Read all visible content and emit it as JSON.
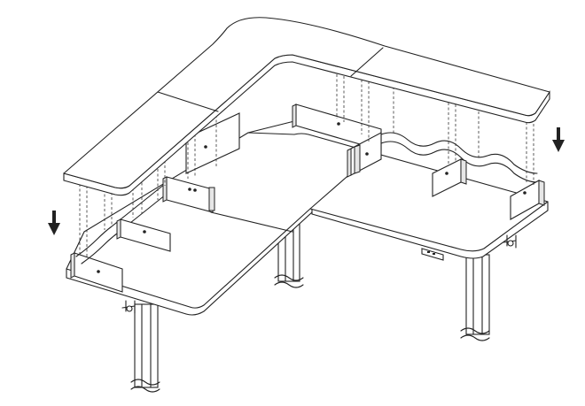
{
  "figure": {
    "subject": "l-shaped-standing-desk-shelf-assembly",
    "colors": {
      "line": "#222222",
      "background": "#ffffff",
      "bracket_side": "#e6e6e6"
    },
    "arrows": [
      {
        "name": "down-arrow-left",
        "direction": "down"
      },
      {
        "name": "down-arrow-right",
        "direction": "down"
      }
    ],
    "parts": [
      "monitor-shelf-top",
      "mounting-brackets",
      "desk-top",
      "legs",
      "control-panel",
      "crank-handles"
    ]
  }
}
